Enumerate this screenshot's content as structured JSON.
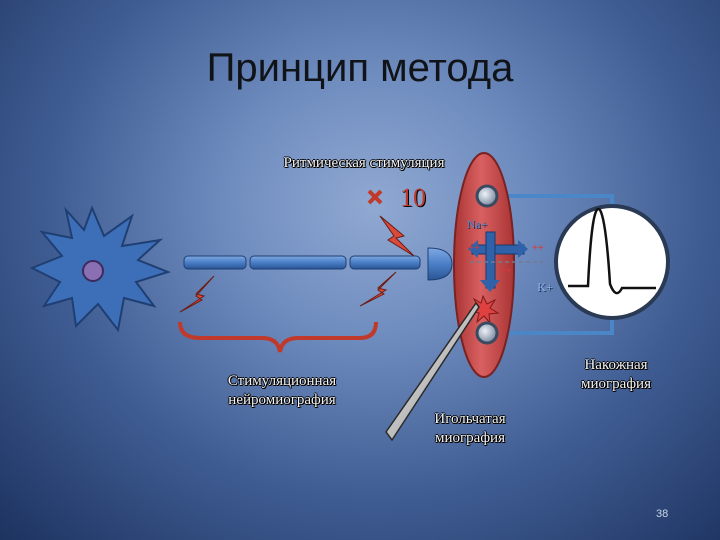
{
  "slide": {
    "title": "Принцип метода",
    "number": "38"
  },
  "labels": {
    "rhythmic_stimulation": "Ритмическая стимуляция",
    "multiplier": "10",
    "sodium_ion": "Na+",
    "potassium_ion": "K+",
    "stimulation_neuromyography": "Стимуляционная нейромиография",
    "surface_myography": "Накожная миография",
    "needle_myography": "Игольчатая миография"
  },
  "colors": {
    "background_center": "#90a9d2",
    "background_edge": "#1d3360",
    "nerve_blue": "#4a7ec6",
    "muscle_red": "#c94a4a",
    "spark_red": "#c0392b",
    "brace_red": "#c0392b",
    "scope_screen": "#ffffff"
  },
  "icons": {
    "neuron": "spiky-star-neuron-icon",
    "spark": "lightning-spark-icon",
    "electrode": "round-electrode-icon",
    "needle": "needle-electrode-icon",
    "oscilloscope": "oscilloscope-icon"
  }
}
